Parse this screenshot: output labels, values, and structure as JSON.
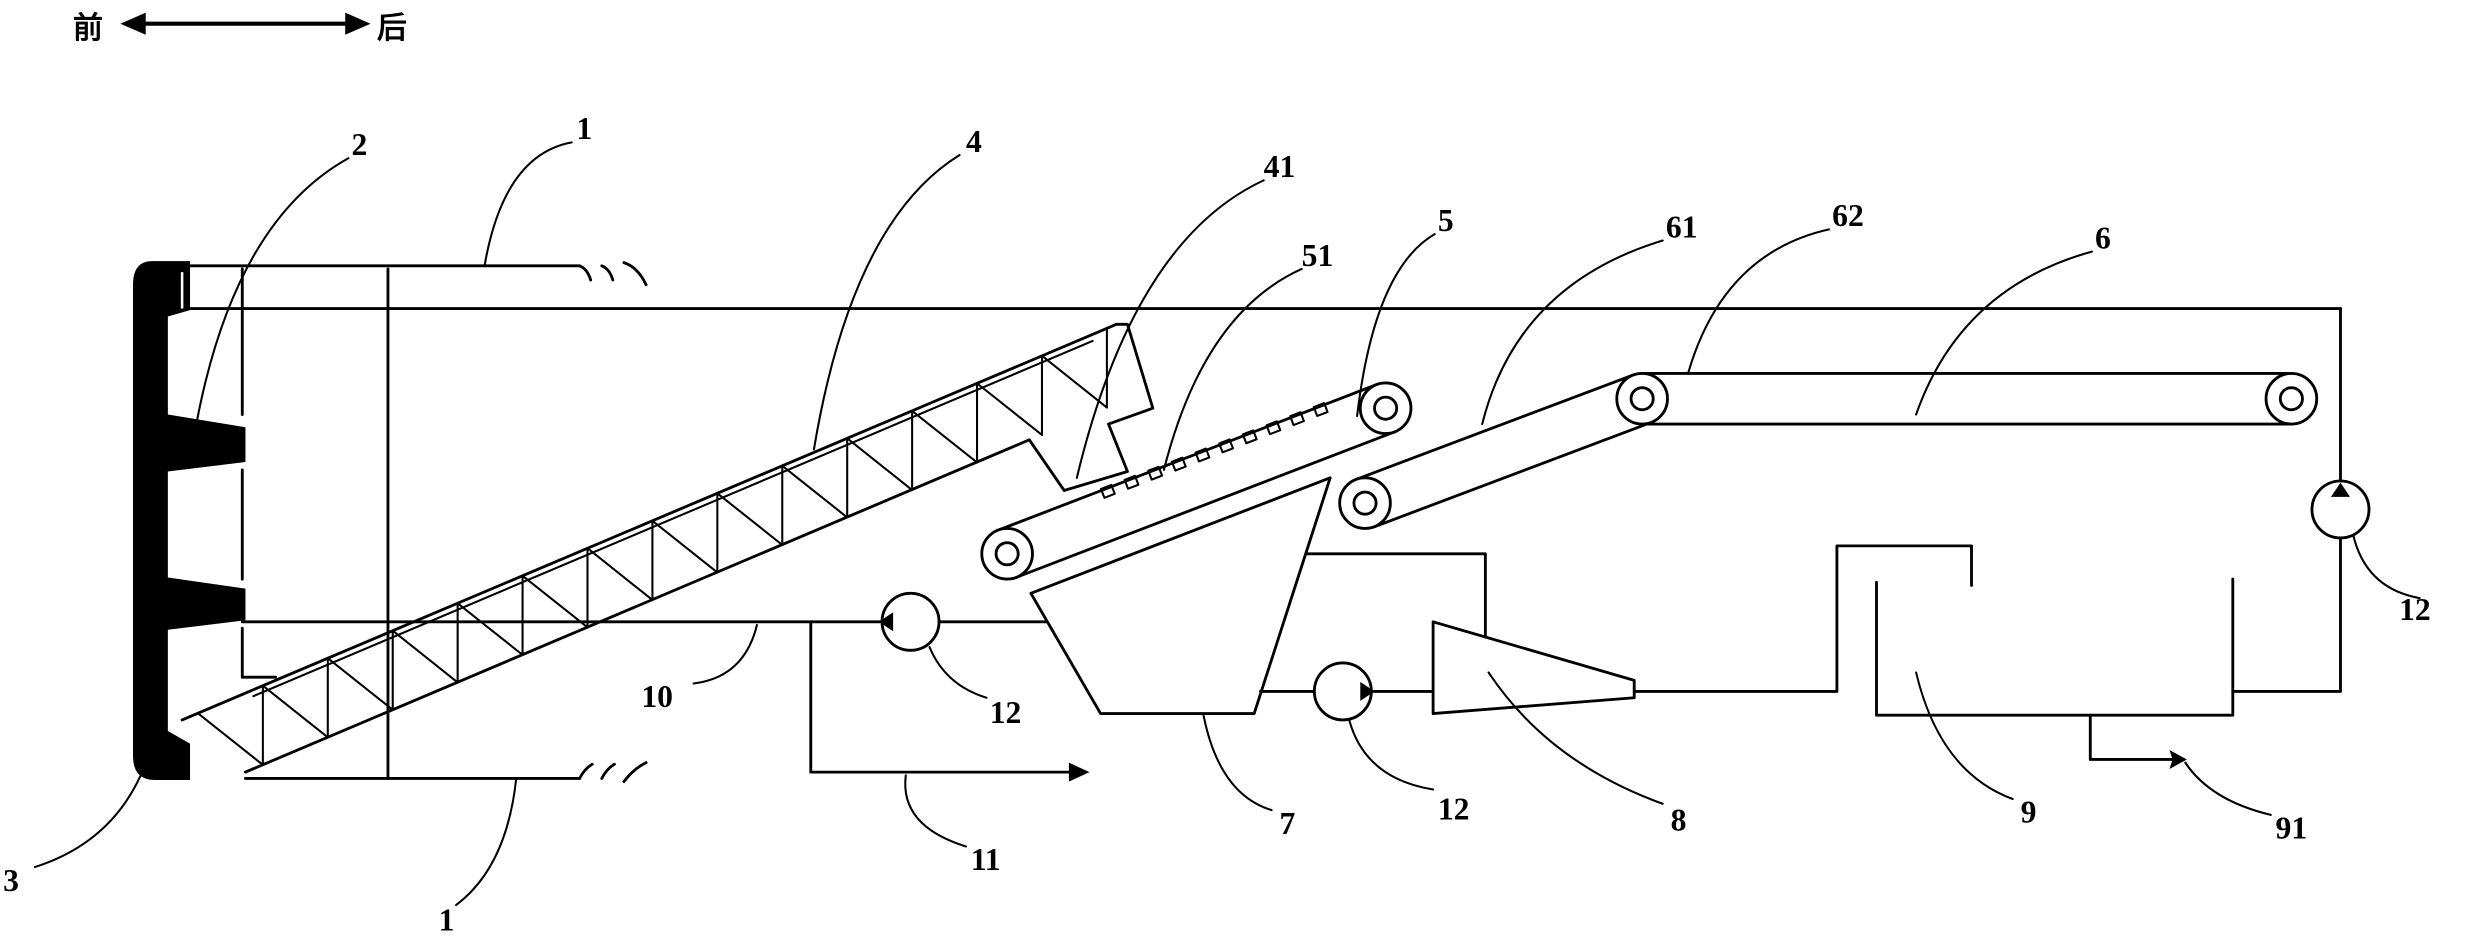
{
  "direction": {
    "front": "前",
    "back": "后"
  },
  "labels": {
    "shield_top": "1",
    "shield_bottom": "1",
    "cutter_spoke": "2",
    "cutter_head": "3",
    "screw_conveyor": "4",
    "screw_outlet": "41",
    "belt_conveyor_front": "5",
    "belt_scrapers": "51",
    "belt_conveyor_rear": "6",
    "belt_incline_section": "61",
    "belt_horizontal_section": "62",
    "pipe_inlet": "10",
    "pipe_discharge": "11",
    "pump_inlet": "12",
    "pump_middle": "12",
    "pump_return": "12",
    "sedimentation_tank": "7",
    "cyclone": "8",
    "water_tank": "9",
    "tank_outlet": "91"
  },
  "colors": {
    "line": "#000000",
    "background": "#ffffff"
  }
}
